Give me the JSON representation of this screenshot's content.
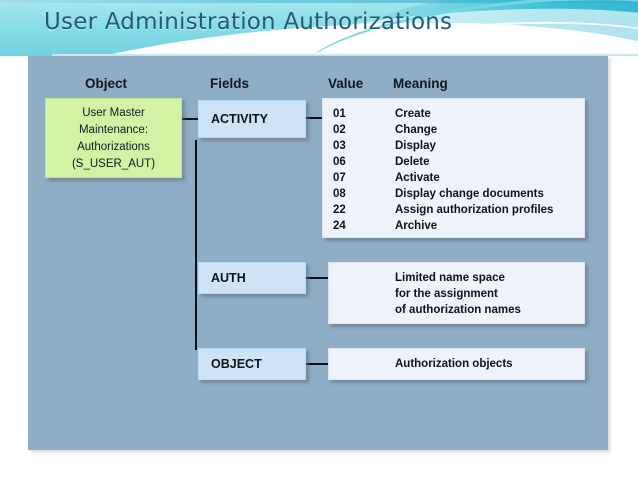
{
  "header": {
    "title": "User Administration Authorizations"
  },
  "columns": {
    "object": "Object",
    "fields": "Fields",
    "value": "Value",
    "meaning": "Meaning"
  },
  "object_box": {
    "lines": [
      "User Master",
      "Maintenance:",
      "Authorizations",
      "(S_USER_AUT)"
    ]
  },
  "fields": [
    {
      "name": "ACTIVITY"
    },
    {
      "name": "AUTH"
    },
    {
      "name": "OBJECT"
    }
  ],
  "activity_values": [
    {
      "code": "01",
      "meaning": "Create"
    },
    {
      "code": "02",
      "meaning": "Change"
    },
    {
      "code": "03",
      "meaning": "Display"
    },
    {
      "code": "06",
      "meaning": "Delete"
    },
    {
      "code": "07",
      "meaning": "Activate"
    },
    {
      "code": "08",
      "meaning": "Display change documents"
    },
    {
      "code": "22",
      "meaning": "Assign authorization profiles"
    },
    {
      "code": "24",
      "meaning": "Archive"
    }
  ],
  "auth_description": {
    "lines": [
      "Limited name space",
      "for the assignment",
      "of authorization names"
    ]
  },
  "object_description": {
    "text": "Authorization objects"
  },
  "colors": {
    "banner_start": "#a8e7ef",
    "banner_end": "#6fd2e0",
    "title_text": "#245a78",
    "panel": "#8fadc4",
    "object_box": "#d2f3a3",
    "field_box": "#cde3f6",
    "content_box": "#eef2fa",
    "connector": "#0a0f14"
  }
}
